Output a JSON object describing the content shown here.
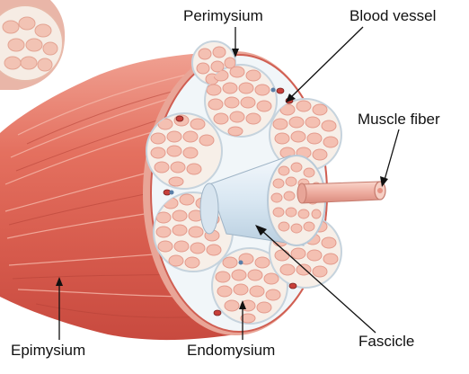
{
  "labels": {
    "perimysium": "Perimysium",
    "blood_vessel": "Blood vessel",
    "muscle_fiber": "Muscle fiber",
    "epimysium": "Epimysium",
    "endomysium": "Endomysium",
    "fascicle": "Fascicle"
  },
  "colors": {
    "muscle": "#e06a5c",
    "muscle_dark": "#b8453c",
    "muscle_light": "#f2a394",
    "sheath": "#eef4f8",
    "sheath_edge": "#c7d6e0",
    "fiber_fill": "#f5c2b4",
    "fiber_edge": "#e4978a",
    "fascicle_cylinder": "#dbe8f3",
    "vessel": "#c8403a",
    "arrow": "#111111"
  }
}
